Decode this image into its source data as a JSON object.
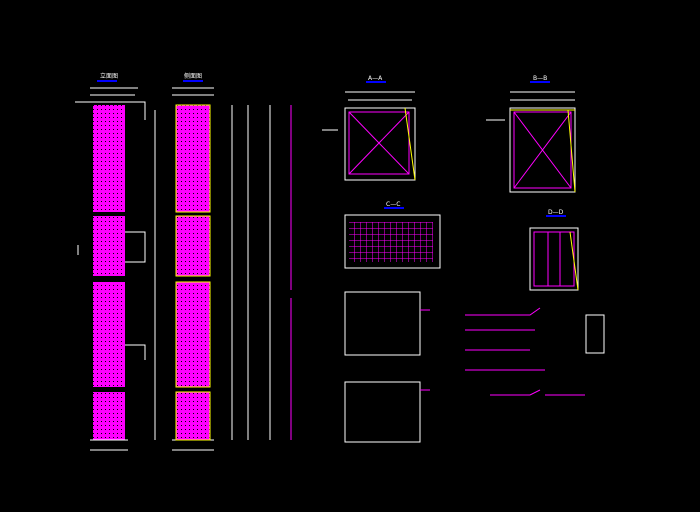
{
  "views": {
    "elevation_title": "立面图",
    "side_title": "侧面图",
    "section_a": "A—A",
    "section_b": "B—B",
    "section_c": "C—C",
    "section_d": "D—D"
  },
  "colors": {
    "background": "#000000",
    "rebar": "#ff00ff",
    "outline": "#ffff00",
    "lines": "#ffffff",
    "title_underline": "#0000ff"
  }
}
